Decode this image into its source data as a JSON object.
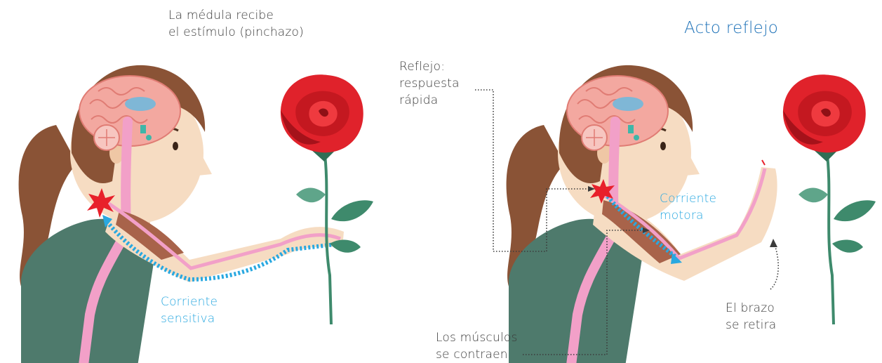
{
  "title": "Acto reflejo",
  "left_panel": {
    "medula_label": [
      "La médula recibe",
      "el estímulo (pinchazo)"
    ],
    "sensory_label": [
      "Corriente",
      "sensitiva"
    ]
  },
  "right_panel": {
    "reflex_label": [
      "Reflejo:",
      "respuesta",
      "rápida"
    ],
    "motor_label": [
      "Corriente",
      "motora"
    ],
    "muscles_label": [
      "Los músculos",
      "se contraen"
    ],
    "arm_label": [
      "El brazo",
      "se retira"
    ]
  },
  "colors": {
    "title": "#1e72b8",
    "current": "#29a8e0",
    "nerve": "#f2a0c8",
    "shirt": "#4e7a6c",
    "hair": "#8a5336",
    "skin": "#f6dcc2",
    "brain": "#f3a8a0",
    "rose": "#e0222b",
    "leaf": "#3e8a6c",
    "spark": "#e8202a"
  }
}
